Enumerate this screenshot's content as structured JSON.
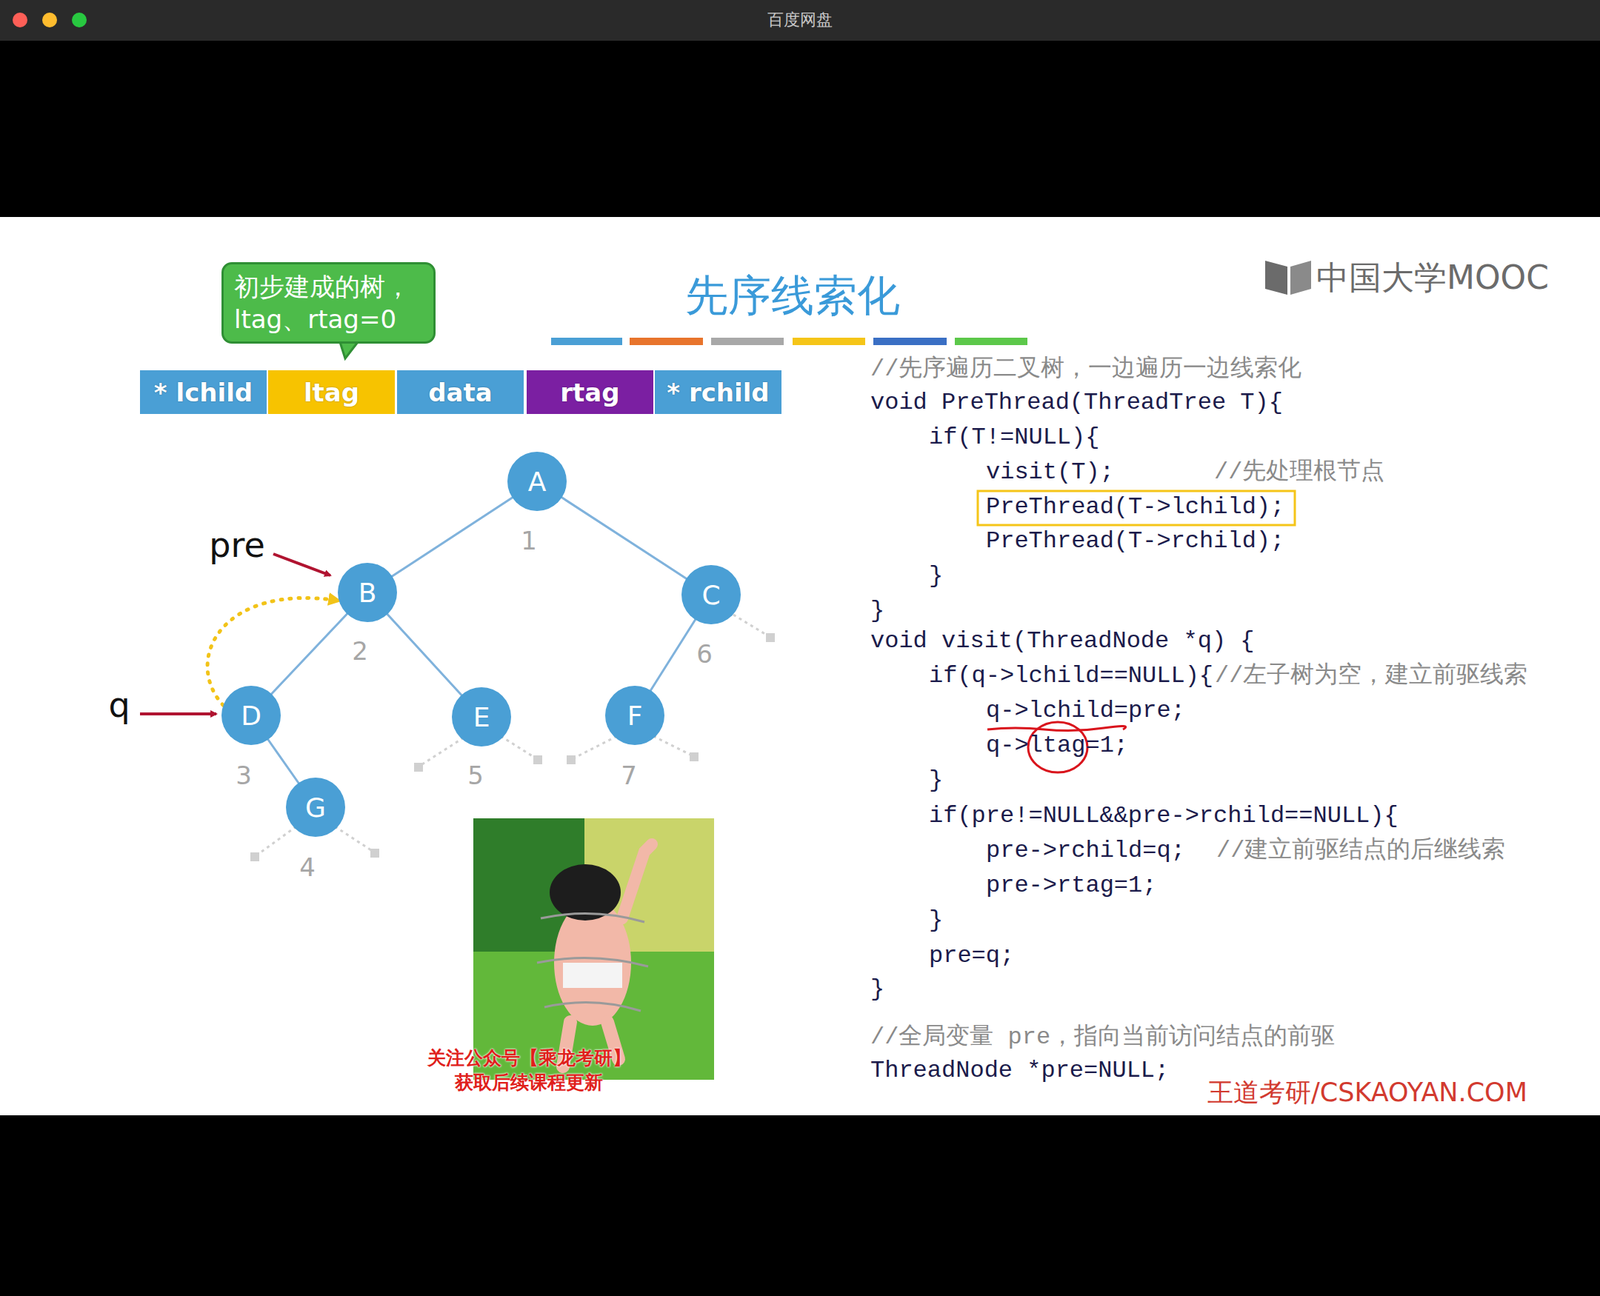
{
  "diagram": {
    "title": "先序线索化",
    "nodes": [
      {
        "text": [
          "初步建成的树， ltag、rtag=0"
        ]
      },
      {
        "text": [
          "* lchild"
        ]
      },
      {
        "text": [
          "ltag"
        ]
      },
      {
        "text": [
          "data"
        ]
      },
      {
        "text": [
          "rtag"
        ]
      },
      {
        "text": [
          "* rchild"
        ]
      },
      {
        "text": [
          "A"
        ]
      },
      {
        "text": [
          "B"
        ]
      },
      {
        "text": [
          "C"
        ]
      },
      {
        "text": [
          "D"
        ]
      },
      {
        "text": [
          "E"
        ]
      },
      {
        "text": [
          "F"
        ]
      },
      {
        "text": [
          "G"
        ]
      }
    ],
    "edges": [
      {
        "from": 6,
        "to": 7,
        "arrow": "none"
      },
      {
        "from": 6,
        "to": 8,
        "arrow": "none"
      },
      {
        "from": 7,
        "to": 9,
        "arrow": "none"
      },
      {
        "from": 7,
        "to": 10,
        "arrow": "none"
      },
      {
        "from": 8,
        "to": 11,
        "arrow": "none"
      },
      {
        "from": 9,
        "to": 12,
        "arrow": "none"
      },
      {
        "from": 9,
        "to": 7,
        "arrow": "to"
      }
    ],
    "labels": [
      "百度网盘",
      "中国大学MOOC",
      "pre",
      "q",
      "1",
      "2",
      "3",
      "4",
      "5",
      "6",
      "7",
      "//先序遍历二叉树，一边遍历一边线索化",
      "void PreThread(ThreadTree T){",
      "if(T!=NULL){",
      "visit(T);",
      "//先处理根节点",
      "PreThread(T->lchild);",
      "PreThread(T->rchild);",
      "}",
      "}",
      "void visit(ThreadNode *q) {",
      "if(q->lchild==NULL){",
      "//左子树为空，建立前驱线索",
      "q->lchild=pre;",
      "q->ltag=1;",
      "}",
      "if(pre!=NULL&&pre->rchild==NULL){",
      "pre->rchild=q;",
      "//建立前驱结点的后继线索",
      "pre->rtag=1;",
      "}",
      "pre=q;",
      "}",
      "//全局变量 pre，指向当前访问结点的前驱",
      "ThreadNode *pre=NULL;",
      "关注公众号【乘龙考研】",
      "获取后续课程更新",
      "王道考研/CSKAOYAN.COM"
    ]
  }
}
